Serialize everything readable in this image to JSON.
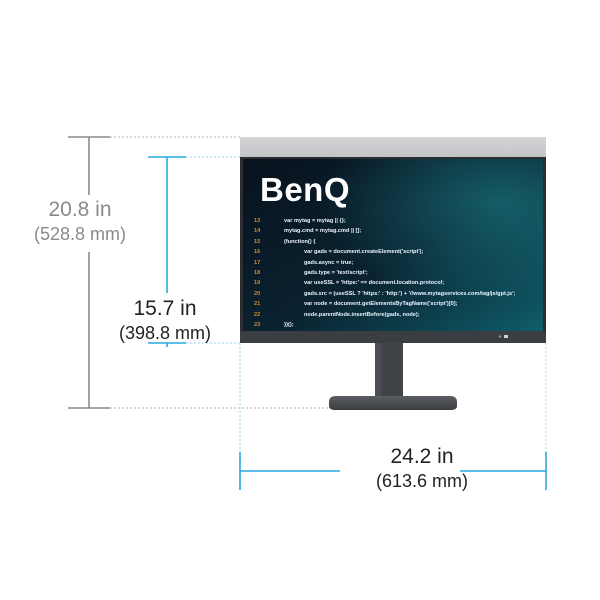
{
  "brand": "BenQ",
  "dimensions": {
    "total_height": {
      "main": "20.8 in",
      "sub": "(528.8 mm)"
    },
    "screen_height": {
      "main": "15.7 in",
      "sub": "(398.8 mm)"
    },
    "width": {
      "main": "24.2 in",
      "sub": "(613.6 mm)"
    }
  },
  "code_lines": [
    {
      "n": "13",
      "text": "var mytag = mytag || {};"
    },
    {
      "n": "14",
      "text": "mytag.cmd = mytag.cmd || [];"
    },
    {
      "n": "15",
      "text": "(function() {"
    },
    {
      "n": "16",
      "text": "var gads = document.createElement('script');"
    },
    {
      "n": "17",
      "text": "gads.async = true;"
    },
    {
      "n": "18",
      "text": "gads.type = 'text/script';"
    },
    {
      "n": "19",
      "text": "var useSSL = 'https:' == document.location.protocol;"
    },
    {
      "n": "20",
      "text": "gads.src = (useSSL ? 'https:' : 'http:') + '//www.mytagservices.com/tag/js/gpt.js';"
    },
    {
      "n": "21",
      "text": "var node = document.getElementsByTagName('script')[0];"
    },
    {
      "n": "22",
      "text": "node.parentNode.insertBefore(gads, node);"
    },
    {
      "n": "23",
      "text": "})();"
    }
  ],
  "colors": {
    "background": "#ffffff",
    "dimension_blue": "#2aa9e0",
    "dimension_gray": "#8a8a8a",
    "monitor_body": "#3e4145",
    "screen_dark": "#0a1722",
    "screen_teal": "#0f5d6a",
    "line_number_orange": "#d98a2a"
  }
}
